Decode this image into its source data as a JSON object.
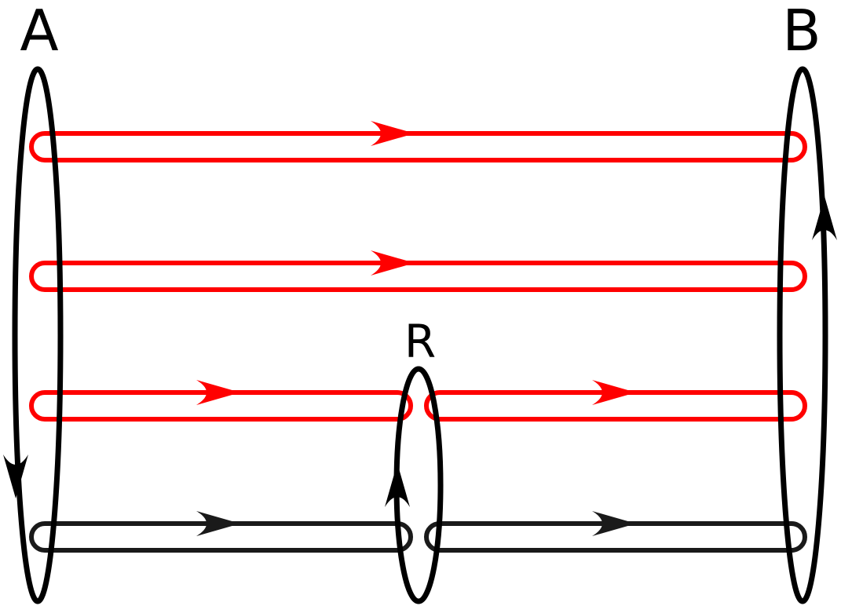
{
  "labels": {
    "a": "A",
    "b": "B",
    "r": "R"
  },
  "colors": {
    "black_loop": "#000000",
    "red_loop": "#ff0000",
    "dark_loop": "#1a1a1a",
    "background": "#ffffff"
  },
  "arrow_directions": {
    "loop_a": "down",
    "loop_b": "up",
    "loop_r": "up",
    "red_loops": "right",
    "dark_loops": "right"
  }
}
